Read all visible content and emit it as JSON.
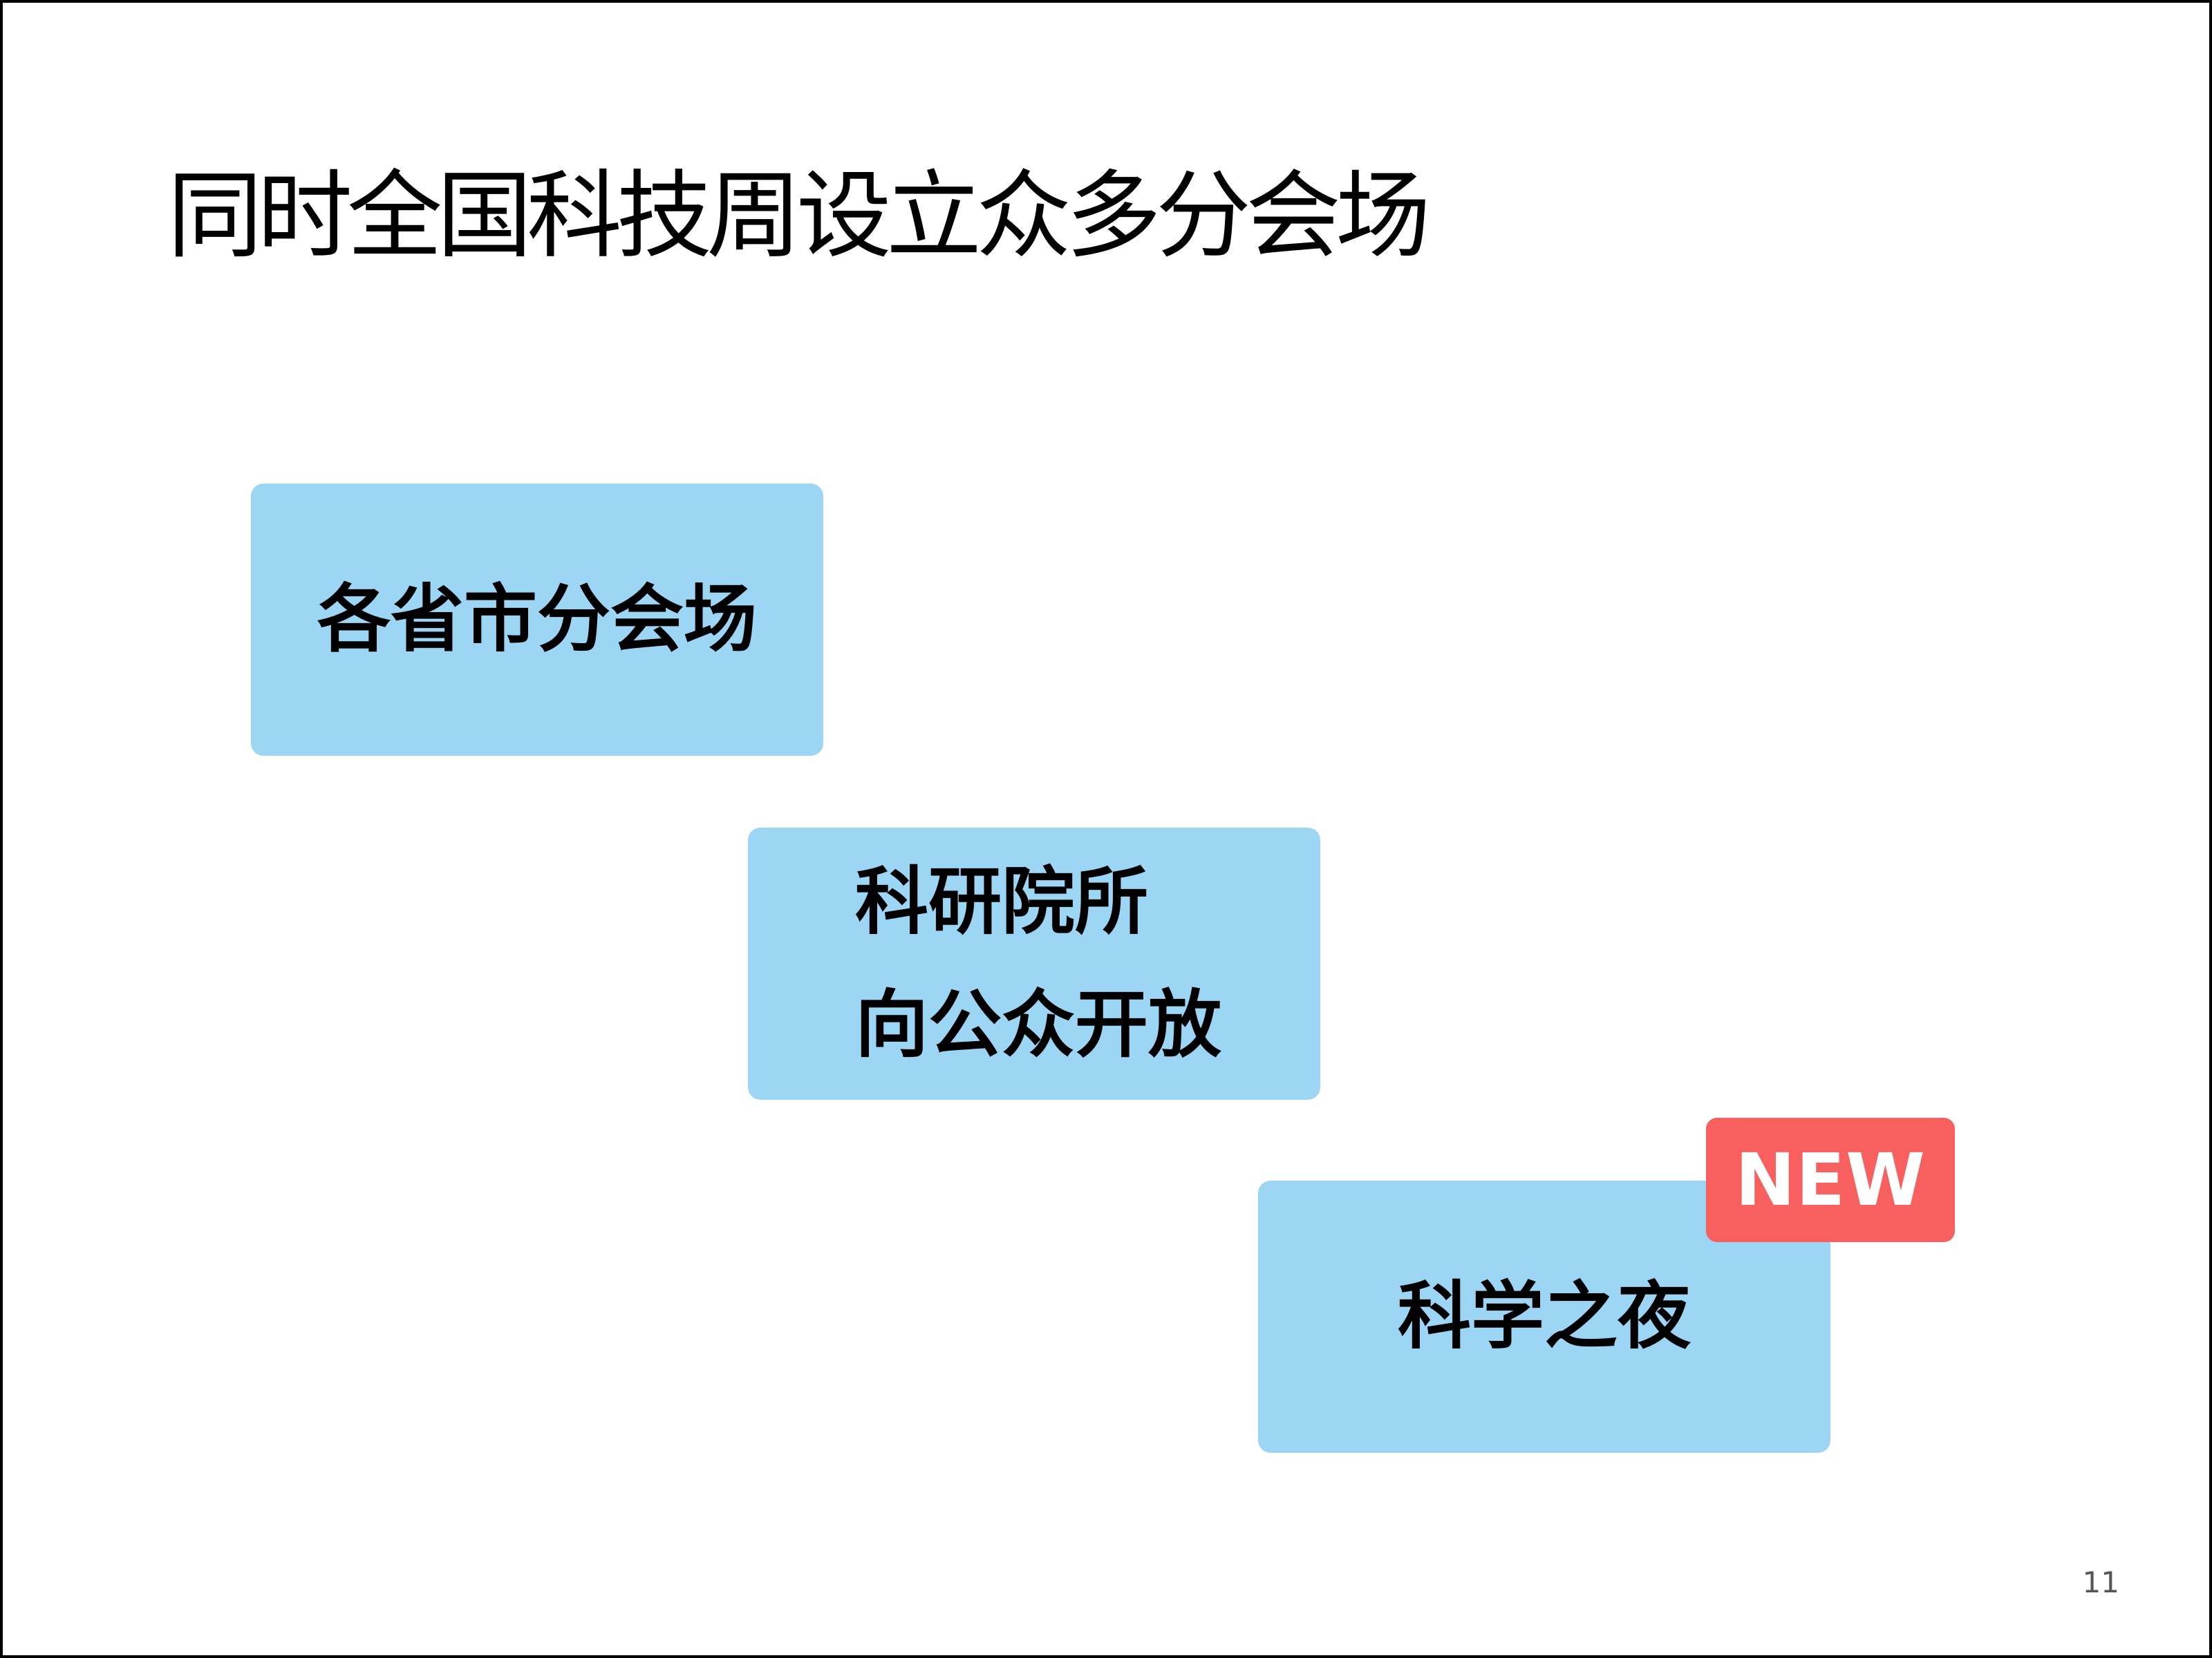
{
  "slide": {
    "title": "同时全国科技周设立众多分会场",
    "page_number": "11"
  },
  "cards": [
    {
      "lines": [
        "各省市分会场"
      ]
    },
    {
      "lines": [
        "科研院所",
        "向公众开放"
      ]
    },
    {
      "lines": [
        "科学之夜"
      ]
    }
  ],
  "badge": {
    "label": "NEW"
  },
  "colors": {
    "card_background": "#9dd6f5",
    "badge_background": "#f86060",
    "text": "#000000",
    "badge_text": "#ffffff",
    "border": "#000000"
  }
}
